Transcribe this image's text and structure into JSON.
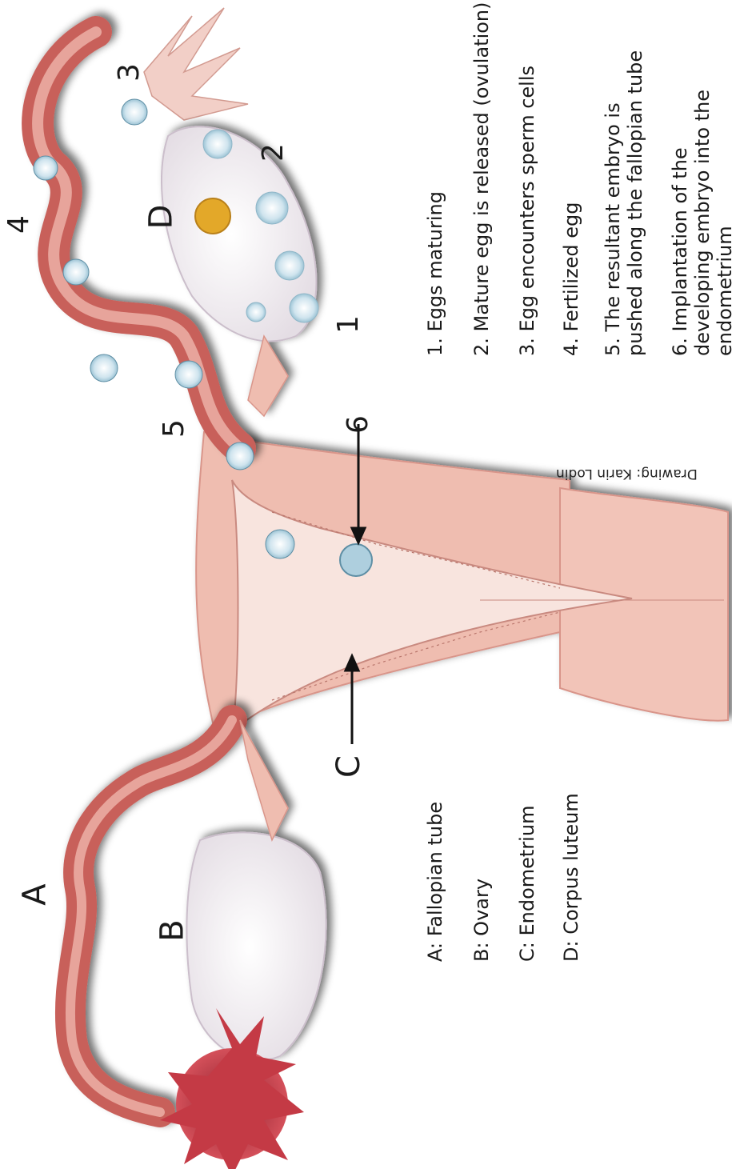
{
  "labels": {
    "A": "A",
    "B": "B",
    "C": "C",
    "D": "D",
    "n1": "1",
    "n2": "2",
    "n3": "3",
    "n4": "4",
    "n5": "5",
    "n6": "6"
  },
  "legend_steps": [
    "1. Eggs maturing",
    "2. Mature egg is released (ovulation)",
    "3. Egg encounters sperm cells",
    "4. Fertilized egg",
    "5. The resultant embryo is pushed along the fallopian tube",
    "6. Implantation of the developing embryo into the endometrium"
  ],
  "legend_parts": [
    "A: Fallopian tube",
    "B: Ovary",
    "C: Endometrium",
    "D: Corpus luteum"
  ],
  "credit": "Drawing: Karin Lodin",
  "colors": {
    "tube": "#c8605a",
    "tube_light": "#e7a49b",
    "uterus": "#efbdb0",
    "uterus_dark": "#d9958a",
    "cavity": "#f7e3dd",
    "ovary": "#f3f0f3",
    "fimbria": "#c43a45",
    "egg": "#bcd9e6",
    "corpus": "#e3a829"
  }
}
